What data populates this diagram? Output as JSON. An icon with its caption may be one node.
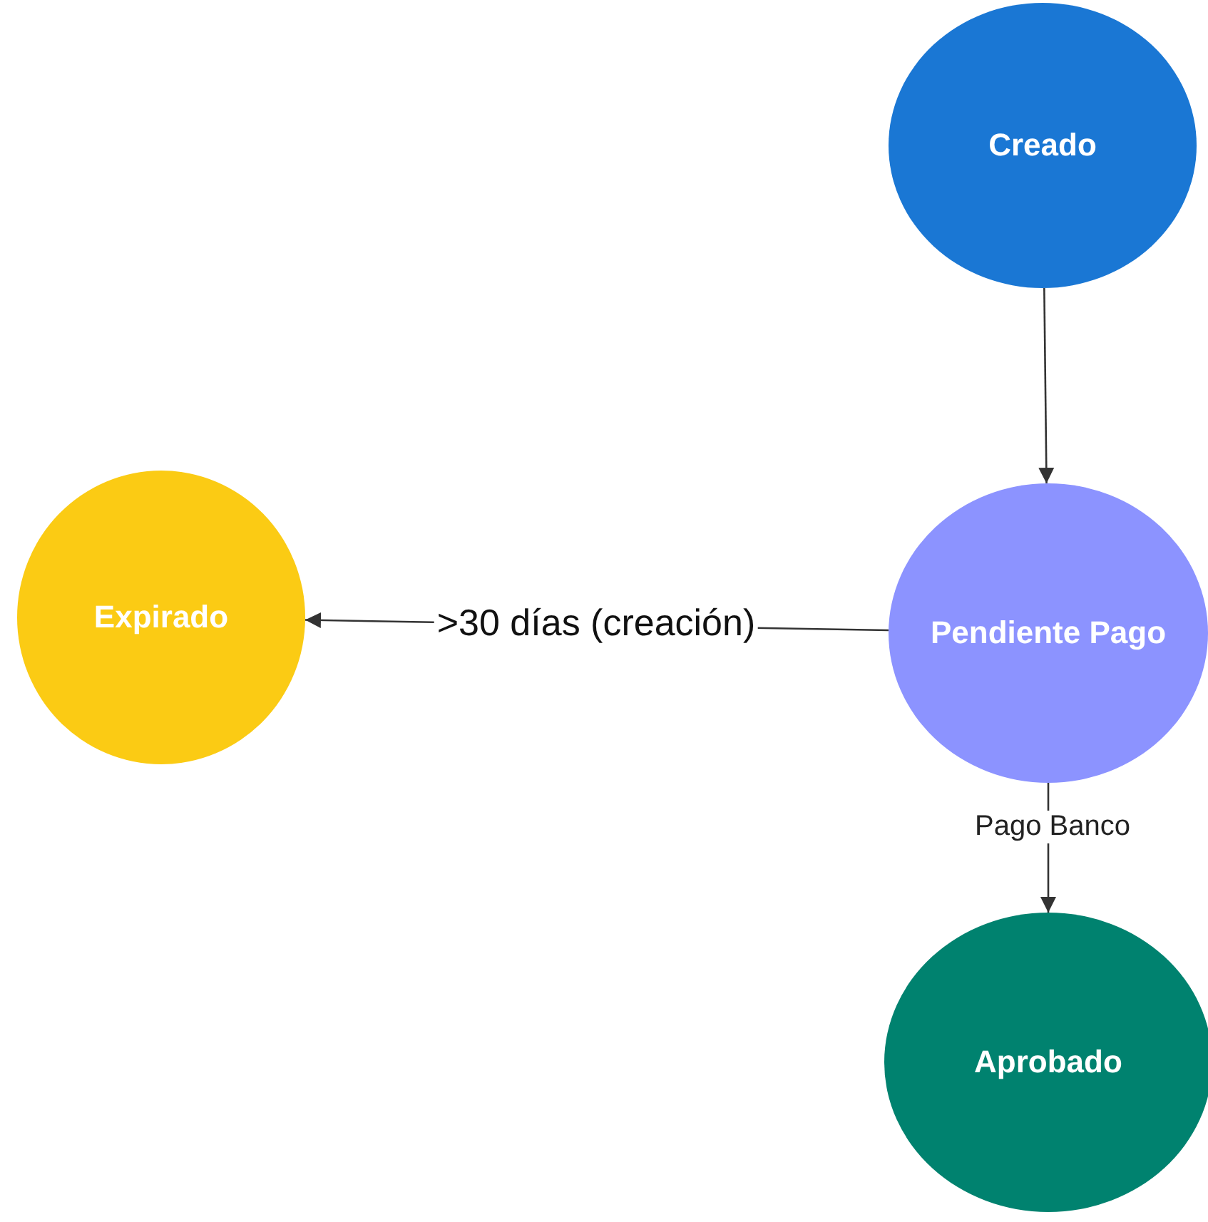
{
  "diagram": {
    "nodes": [
      {
        "text": [
          "Creado"
        ]
      },
      {
        "text": [
          "Expirado"
        ]
      },
      {
        "text": [
          "Pendiente Pago"
        ]
      },
      {
        "text": [
          "Aprobado"
        ]
      }
    ],
    "edges": [
      {
        "from": 0,
        "to": 2,
        "arrow": "to"
      },
      {
        "from": 2,
        "to": 1,
        "arrow": "to",
        "label": ">30 días (creación)"
      },
      {
        "from": 2,
        "to": 3,
        "arrow": "to",
        "label": "Pago Banco"
      }
    ]
  }
}
